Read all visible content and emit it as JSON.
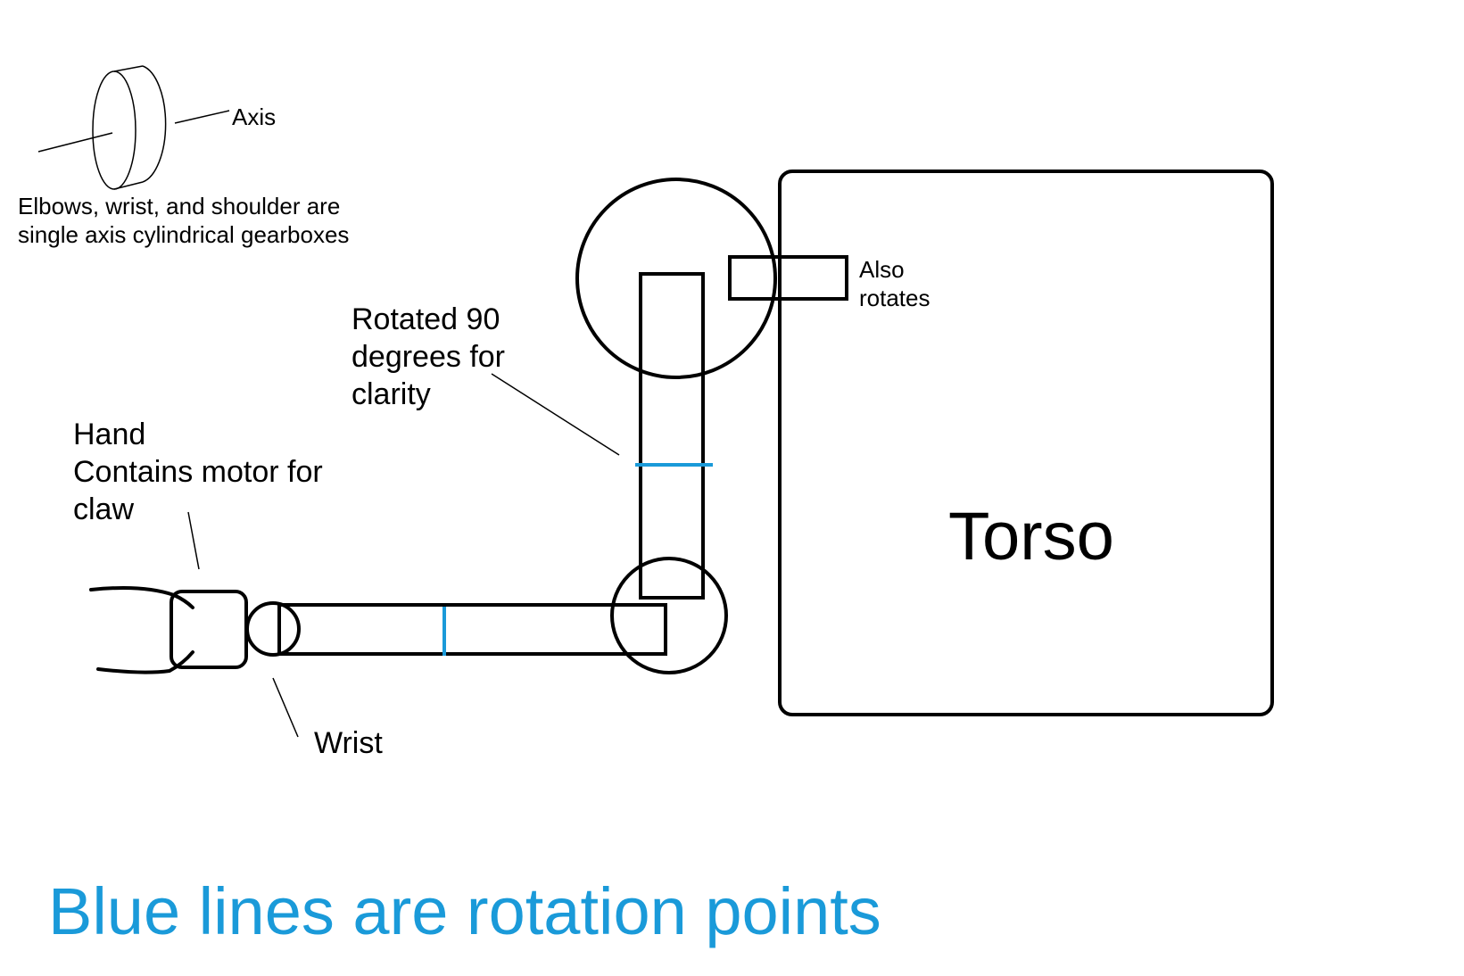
{
  "legend": {
    "axis_label": "Axis",
    "note_line1": "Elbows, wrist, and shoulder are",
    "note_line2": "single axis cylindrical gearboxes"
  },
  "labels": {
    "rotated_line1": "Rotated 90",
    "rotated_line2": "degrees for",
    "rotated_line3": "clarity",
    "hand_line1": "Hand",
    "hand_line2": "Contains motor for",
    "hand_line3": "claw",
    "wrist": "Wrist",
    "also_rotates_line1": "Also",
    "also_rotates_line2": "rotates",
    "torso": "Torso"
  },
  "caption": {
    "text": "Blue lines are rotation points"
  },
  "colors": {
    "stroke": "#000000",
    "rotation_point": "#1a9ad9",
    "caption": "#1a9ad9",
    "background": "#ffffff"
  }
}
